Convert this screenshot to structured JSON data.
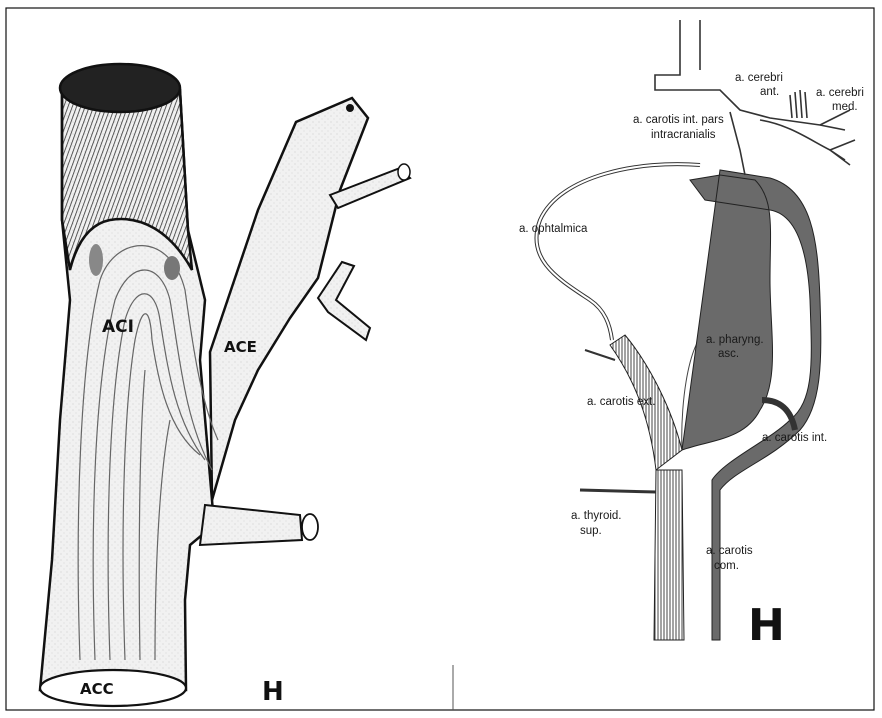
{
  "left_panel": {
    "labels": {
      "aci": "ACI",
      "ace": "ACE",
      "acc": "ACC"
    },
    "signature": "H"
  },
  "right_panel": {
    "labels": {
      "cerebri_ant_1": "a. cerebri",
      "cerebri_ant_2": "ant.",
      "cerebri_med_1": "a. cerebri",
      "cerebri_med_2": "med.",
      "intracranial_1": "a. carotis int. pars",
      "intracranial_2": "intracranialis",
      "ophtalmica": "a. ophtalmica",
      "pharyng_1": "a. pharyng.",
      "pharyng_2": "asc.",
      "carotis_ext": "a. carotis ext.",
      "carotis_int": "a. carotis int.",
      "thyroid_1": "a. thyroid.",
      "thyroid_2": "sup.",
      "carotis_com_1": "a. carotis",
      "carotis_com_2": "com."
    },
    "signature": "H"
  }
}
